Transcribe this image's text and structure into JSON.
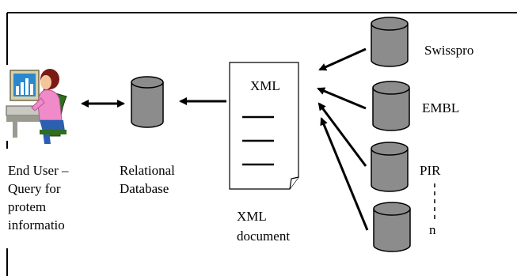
{
  "end_user": {
    "lines": [
      "End User –",
      "Query for",
      "protem",
      "informatio"
    ]
  },
  "relational_database": {
    "lines": [
      "Relational",
      "Database"
    ]
  },
  "xml_document": {
    "title": "XML",
    "caption_lines": [
      "XML",
      "document"
    ]
  },
  "sources": {
    "swissprot": "Swisspro",
    "embl": "EMBL",
    "pir": "PIR",
    "last": "n"
  },
  "colors": {
    "cylinder_fill": "#8c8c8c",
    "line": "#000000",
    "background": "#ffffff"
  },
  "icons": [
    "user-at-computer-icon",
    "database-cylinder-icon",
    "xml-document-icon",
    "arrow-icon"
  ]
}
